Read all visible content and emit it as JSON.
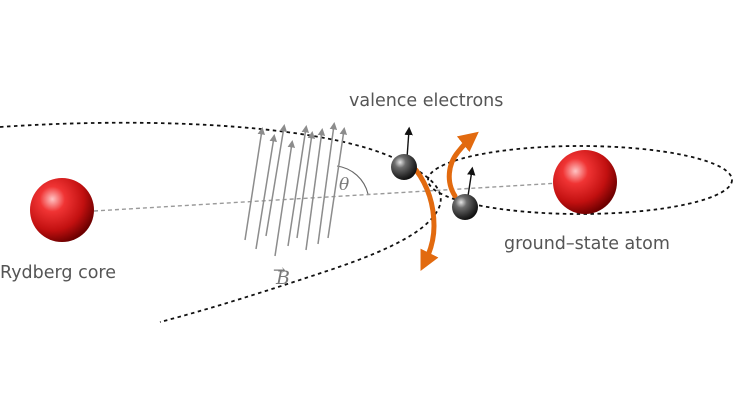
{
  "diagram": {
    "labels": {
      "valence_electrons": "valence electrons",
      "rydberg_core": "Rydberg core",
      "ground_state_atom": "ground–state atom",
      "magnetic_field": "B",
      "field_arrow": "→",
      "angle": "θ"
    },
    "colors": {
      "core_red": "#d41c1c",
      "electron_gray": "#3a3a3a",
      "spin_orange": "#e26a0f",
      "field_gray": "#8c8c8c",
      "orbit_black": "#111111",
      "axis_gray": "#9a9a9a"
    },
    "elements": {
      "rydberg_orbit": "dashed-ellipse",
      "ground_orbit": "dashed-ellipse",
      "internuclear_axis": "dashed-line",
      "field_lines": "arrow-bundle",
      "spin_arrows": "orange-curved-arrows"
    }
  }
}
